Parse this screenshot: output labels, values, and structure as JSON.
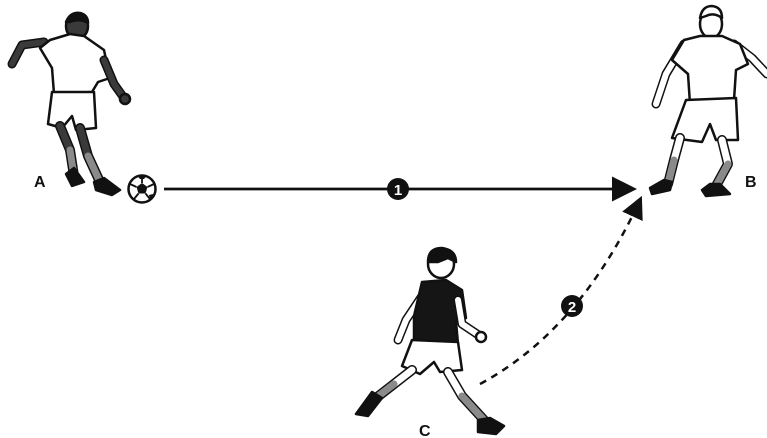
{
  "players": {
    "a": {
      "label": "A",
      "kit": "white-shirt-white-shorts"
    },
    "b": {
      "label": "B",
      "kit": "white-shirt-white-shorts"
    },
    "c": {
      "label": "C",
      "kit": "black-shirt-white-shorts"
    }
  },
  "steps": {
    "pass": {
      "number": "1",
      "line_style": "solid",
      "from": "A",
      "to": "B"
    },
    "run": {
      "number": "2",
      "line_style": "dashed",
      "from": "C",
      "to": "B"
    }
  },
  "ball_icon": "soccer-ball-icon",
  "colors": {
    "ink": "#111111",
    "background": "#ffffff",
    "skin": "#3a3a3a",
    "sock": "#8a8a8a",
    "shirt_c": "#151515",
    "kit_white": "#ffffff"
  }
}
